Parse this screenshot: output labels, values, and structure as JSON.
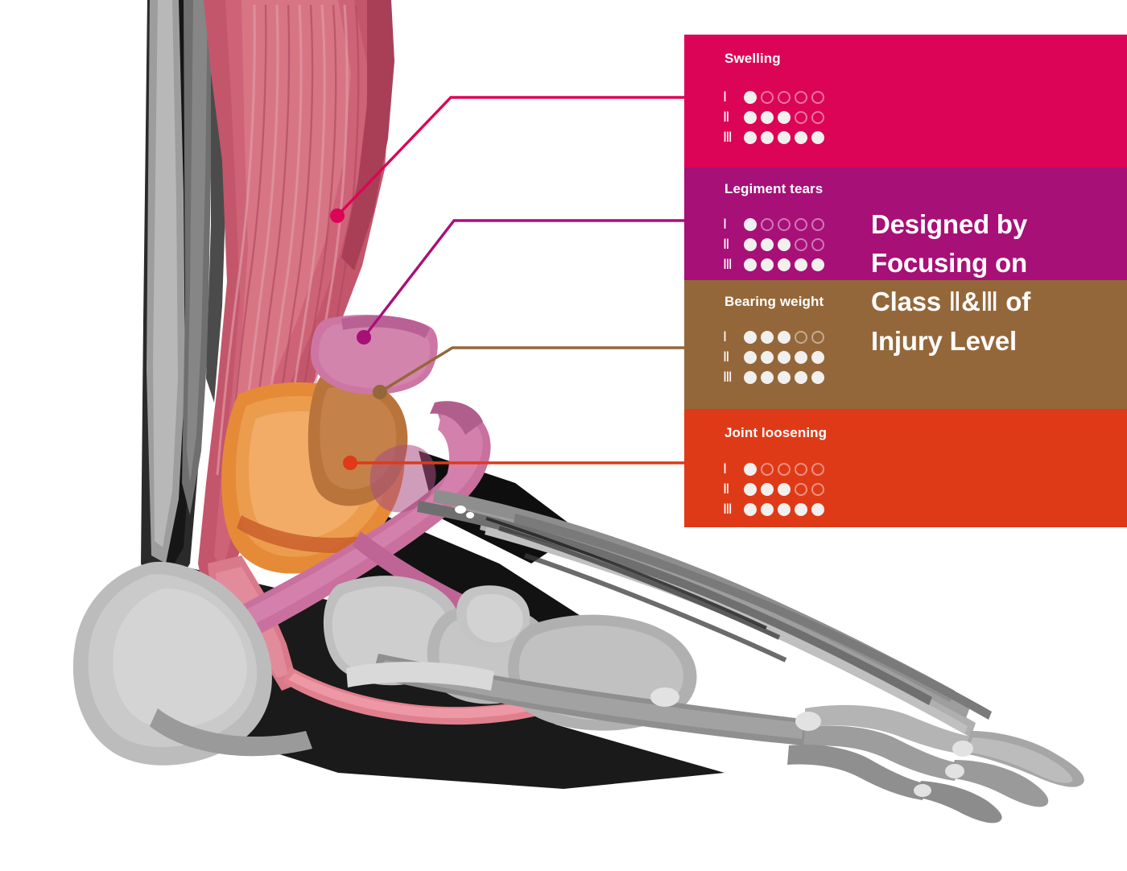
{
  "figure": {
    "subject": "ankle-anatomy-lateral-view",
    "description": "Lateral view of lower leg and foot showing calf muscle, tibia and fibula, ankle ligaments, cartilage and foot bones"
  },
  "headline": {
    "line1": "Designed by",
    "line2": "Focusing on",
    "line3_a": "Class",
    "line3_b": "Ⅱ",
    "line3_c": "&",
    "line3_d": "Ⅲ",
    "line3_e": "of",
    "line4": "Injury Level"
  },
  "levels": {
    "one": "Ⅰ",
    "two": "Ⅱ",
    "three": "Ⅲ"
  },
  "panels": [
    {
      "id": "swelling",
      "title": "Swelling",
      "color": "#DC0456",
      "total_dots": 5,
      "rows": [
        {
          "level": "Ⅰ",
          "filled": 1
        },
        {
          "level": "Ⅱ",
          "filled": 3
        },
        {
          "level": "Ⅲ",
          "filled": 5
        }
      ]
    },
    {
      "id": "ligament-tears",
      "title": "Legiment tears",
      "color": "#A71077",
      "total_dots": 5,
      "rows": [
        {
          "level": "Ⅰ",
          "filled": 1
        },
        {
          "level": "Ⅱ",
          "filled": 3
        },
        {
          "level": "Ⅲ",
          "filled": 5
        }
      ]
    },
    {
      "id": "bearing-weight",
      "title": "Bearing weight",
      "color": "#94673A",
      "total_dots": 5,
      "rows": [
        {
          "level": "Ⅰ",
          "filled": 3
        },
        {
          "level": "Ⅱ",
          "filled": 5
        },
        {
          "level": "Ⅲ",
          "filled": 5
        }
      ]
    },
    {
      "id": "joint-loosening",
      "title": "Joint loosening",
      "color": "#DF3A18",
      "total_dots": 5,
      "rows": [
        {
          "level": "Ⅰ",
          "filled": 1
        },
        {
          "level": "Ⅱ",
          "filled": 3
        },
        {
          "level": "Ⅲ",
          "filled": 5
        }
      ]
    }
  ],
  "connectors": [
    {
      "id": "swelling-leader",
      "color": "#DC0456",
      "dot": [
        419,
        268
      ],
      "elbow": [
        560,
        121
      ],
      "end": [
        850,
        121
      ]
    },
    {
      "id": "ligament-leader",
      "color": "#A71077",
      "dot": [
        452,
        419
      ],
      "elbow": [
        564,
        274
      ],
      "end": [
        850,
        274
      ]
    },
    {
      "id": "bearing-weight-leader",
      "color": "#94673A",
      "dot": [
        472,
        487
      ],
      "elbow": [
        562,
        432
      ],
      "end": [
        850,
        432
      ]
    },
    {
      "id": "joint-loosening-leader",
      "color": "#DF3A18",
      "dot": [
        435,
        575
      ],
      "elbow": [
        435,
        575
      ],
      "end": [
        850,
        575
      ]
    }
  ],
  "colors": {
    "muscle": "#C8566B",
    "muscle_dark": "#A83F56",
    "muscle_light": "#D98797",
    "ligament": "#C96F9C",
    "ligament_dark": "#B65C8B",
    "cartilage": "#E8913C",
    "cartilage_dark": "#B9743B",
    "bone_light": "#C9C9C9",
    "bone_mid": "#A8A8A8",
    "bone_dark": "#7C7C7C",
    "shadow": "#1D1D1D",
    "background": "#FFFFFF"
  }
}
